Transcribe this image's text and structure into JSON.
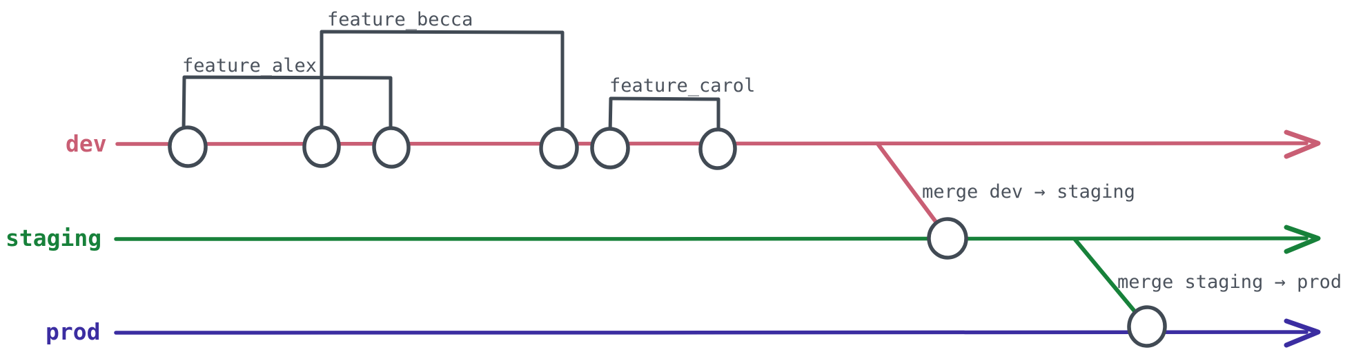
{
  "colors": {
    "dev": "#c95e74",
    "staging": "#17813a",
    "prod": "#3b2da1",
    "outline": "#414a54",
    "label_text": "#4c535d",
    "background": "#ffffff"
  },
  "branches": [
    {
      "name": "dev",
      "commit_count": 6
    },
    {
      "name": "staging",
      "commit_count": 1
    },
    {
      "name": "prod",
      "commit_count": 1
    }
  ],
  "features": [
    {
      "label": "feature_alex",
      "branch": "dev",
      "commits": 2
    },
    {
      "label": "feature_becca",
      "branch": "dev",
      "commits": 2
    },
    {
      "label": "feature_carol",
      "branch": "dev",
      "commits": 2
    }
  ],
  "merges": [
    {
      "label": "merge dev → staging",
      "from": "dev",
      "to": "staging"
    },
    {
      "label": "merge staging → prod",
      "from": "staging",
      "to": "prod"
    }
  ]
}
